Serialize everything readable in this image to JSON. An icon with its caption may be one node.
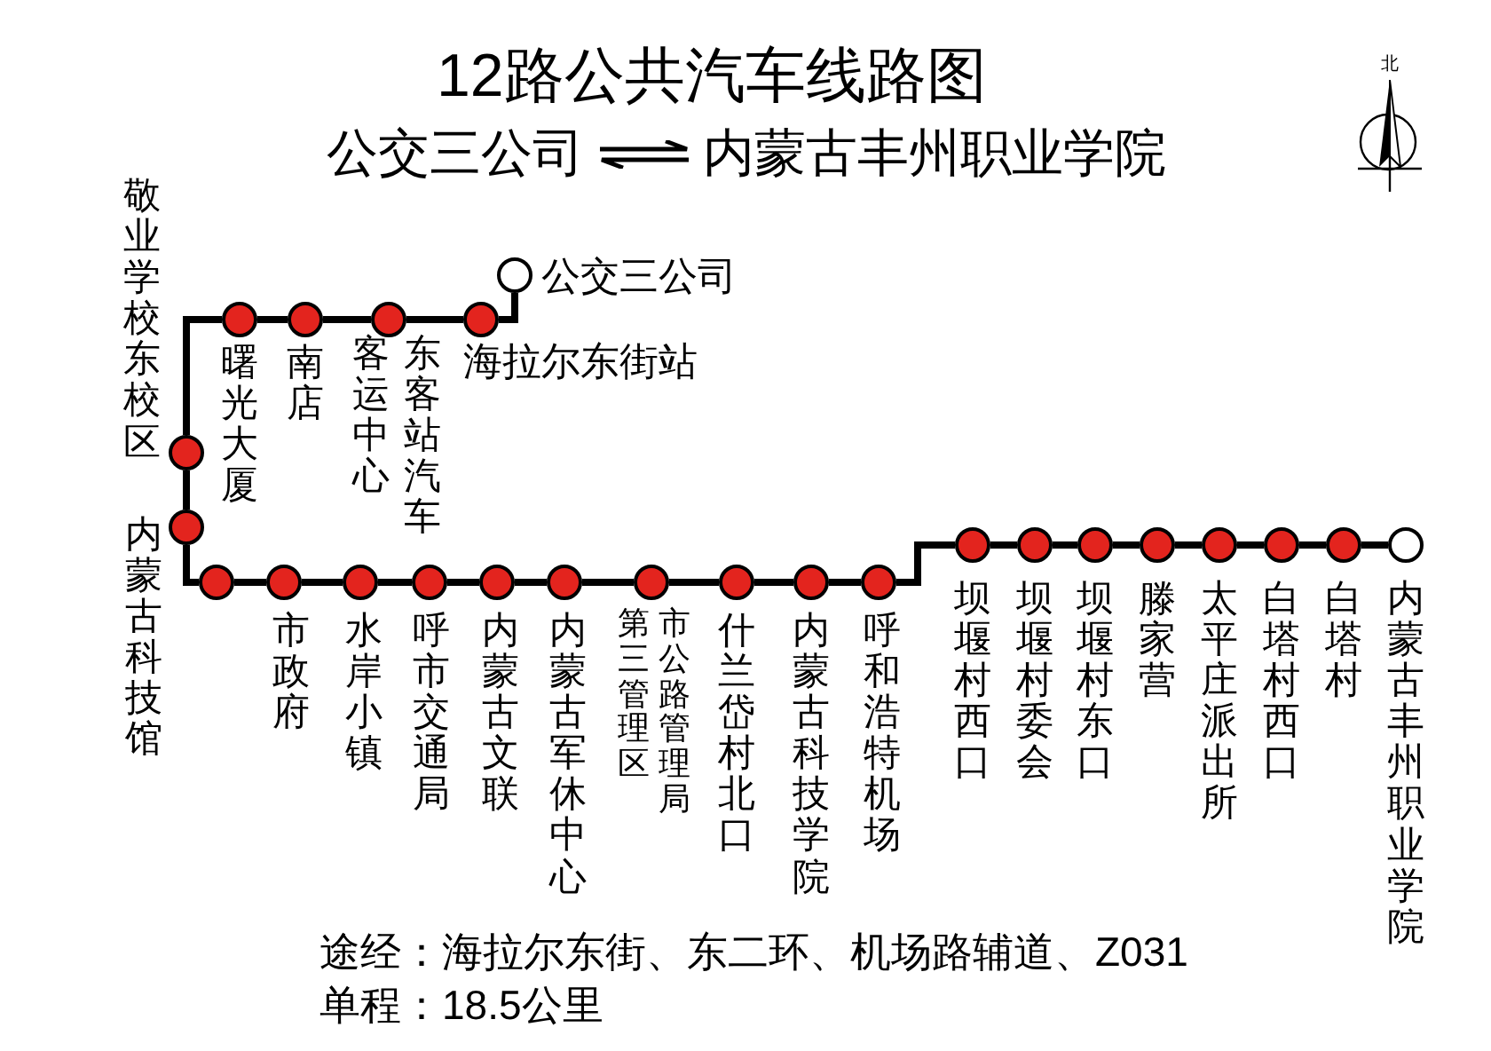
{
  "diagram": {
    "title": "12路公共汽车线路图",
    "nodes": [
      {
        "text": [],
        "shape": "ring",
        "beside": [
          "公交三公司"
        ]
      },
      {
        "text": [],
        "shape": "circle",
        "beside": [
          "海拉尔东街站"
        ]
      },
      {
        "text": [],
        "shape": "circle",
        "beside": [
          "东客站汽车客运中心"
        ]
      },
      {
        "text": [],
        "shape": "circle",
        "beside": [
          "南店"
        ]
      },
      {
        "text": [],
        "shape": "circle",
        "beside": [
          "曙光大厦"
        ]
      },
      {
        "text": [],
        "shape": "circle",
        "beside": [
          "敬业学校东校区"
        ]
      },
      {
        "text": [],
        "shape": "circle",
        "beside": [
          "内蒙古科技馆"
        ]
      },
      {
        "text": [],
        "shape": "circle"
      },
      {
        "text": [],
        "shape": "circle",
        "beside": [
          "市政府"
        ]
      },
      {
        "text": [],
        "shape": "circle",
        "beside": [
          "水岸小镇"
        ]
      },
      {
        "text": [],
        "shape": "circle",
        "beside": [
          "呼市交通局"
        ]
      },
      {
        "text": [],
        "shape": "circle",
        "beside": [
          "内蒙古文联"
        ]
      },
      {
        "text": [],
        "shape": "circle",
        "beside": [
          "内蒙古军休中心"
        ]
      },
      {
        "text": [],
        "shape": "circle",
        "beside": [
          "市公路管理局第三管理区"
        ]
      },
      {
        "text": [],
        "shape": "circle",
        "beside": [
          "什兰岱村北口"
        ]
      },
      {
        "text": [],
        "shape": "circle",
        "beside": [
          "内蒙古科技学院"
        ]
      },
      {
        "text": [],
        "shape": "circle",
        "beside": [
          "呼和浩特机场"
        ]
      },
      {
        "text": [],
        "shape": "circle",
        "beside": [
          "坝堰村西口"
        ]
      },
      {
        "text": [],
        "shape": "circle",
        "beside": [
          "坝堰村委会"
        ]
      },
      {
        "text": [],
        "shape": "circle",
        "beside": [
          "坝堰村东口"
        ]
      },
      {
        "text": [],
        "shape": "circle",
        "beside": [
          "滕家营"
        ]
      },
      {
        "text": [],
        "shape": "circle",
        "beside": [
          "太平庄派出所"
        ]
      },
      {
        "text": [],
        "shape": "circle",
        "beside": [
          "白塔村西口"
        ]
      },
      {
        "text": [],
        "shape": "circle",
        "beside": [
          "白塔村"
        ]
      },
      {
        "text": [],
        "shape": "ring",
        "beside": [
          "内蒙古丰州职业学院"
        ]
      }
    ],
    "edges": [
      {
        "from": 0,
        "to": 1,
        "arrow": "none"
      },
      {
        "from": 1,
        "to": 2,
        "arrow": "none"
      },
      {
        "from": 2,
        "to": 3,
        "arrow": "none"
      },
      {
        "from": 3,
        "to": 4,
        "arrow": "none"
      },
      {
        "from": 4,
        "to": 5,
        "arrow": "none"
      },
      {
        "from": 5,
        "to": 6,
        "arrow": "none"
      },
      {
        "from": 6,
        "to": 7,
        "arrow": "none"
      },
      {
        "from": 7,
        "to": 8,
        "arrow": "none"
      },
      {
        "from": 8,
        "to": 9,
        "arrow": "none"
      },
      {
        "from": 9,
        "to": 10,
        "arrow": "none"
      },
      {
        "from": 10,
        "to": 11,
        "arrow": "none"
      },
      {
        "from": 11,
        "to": 12,
        "arrow": "none"
      },
      {
        "from": 12,
        "to": 13,
        "arrow": "none"
      },
      {
        "from": 13,
        "to": 14,
        "arrow": "none"
      },
      {
        "from": 14,
        "to": 15,
        "arrow": "none"
      },
      {
        "from": 15,
        "to": 16,
        "arrow": "none"
      },
      {
        "from": 16,
        "to": 17,
        "arrow": "none"
      },
      {
        "from": 17,
        "to": 18,
        "arrow": "none"
      },
      {
        "from": 18,
        "to": 19,
        "arrow": "none"
      },
      {
        "from": 19,
        "to": 20,
        "arrow": "none"
      },
      {
        "from": 20,
        "to": 21,
        "arrow": "none"
      },
      {
        "from": 21,
        "to": 22,
        "arrow": "none"
      },
      {
        "from": 22,
        "to": 23,
        "arrow": "none"
      },
      {
        "from": 23,
        "to": 24,
        "arrow": "none"
      }
    ],
    "labels": [
      "北",
      "公交三公司",
      "内蒙古丰州职业学院",
      "途经：海拉尔东街、东二环、机场路辅道、Z031",
      "单程：18.5公里"
    ]
  }
}
